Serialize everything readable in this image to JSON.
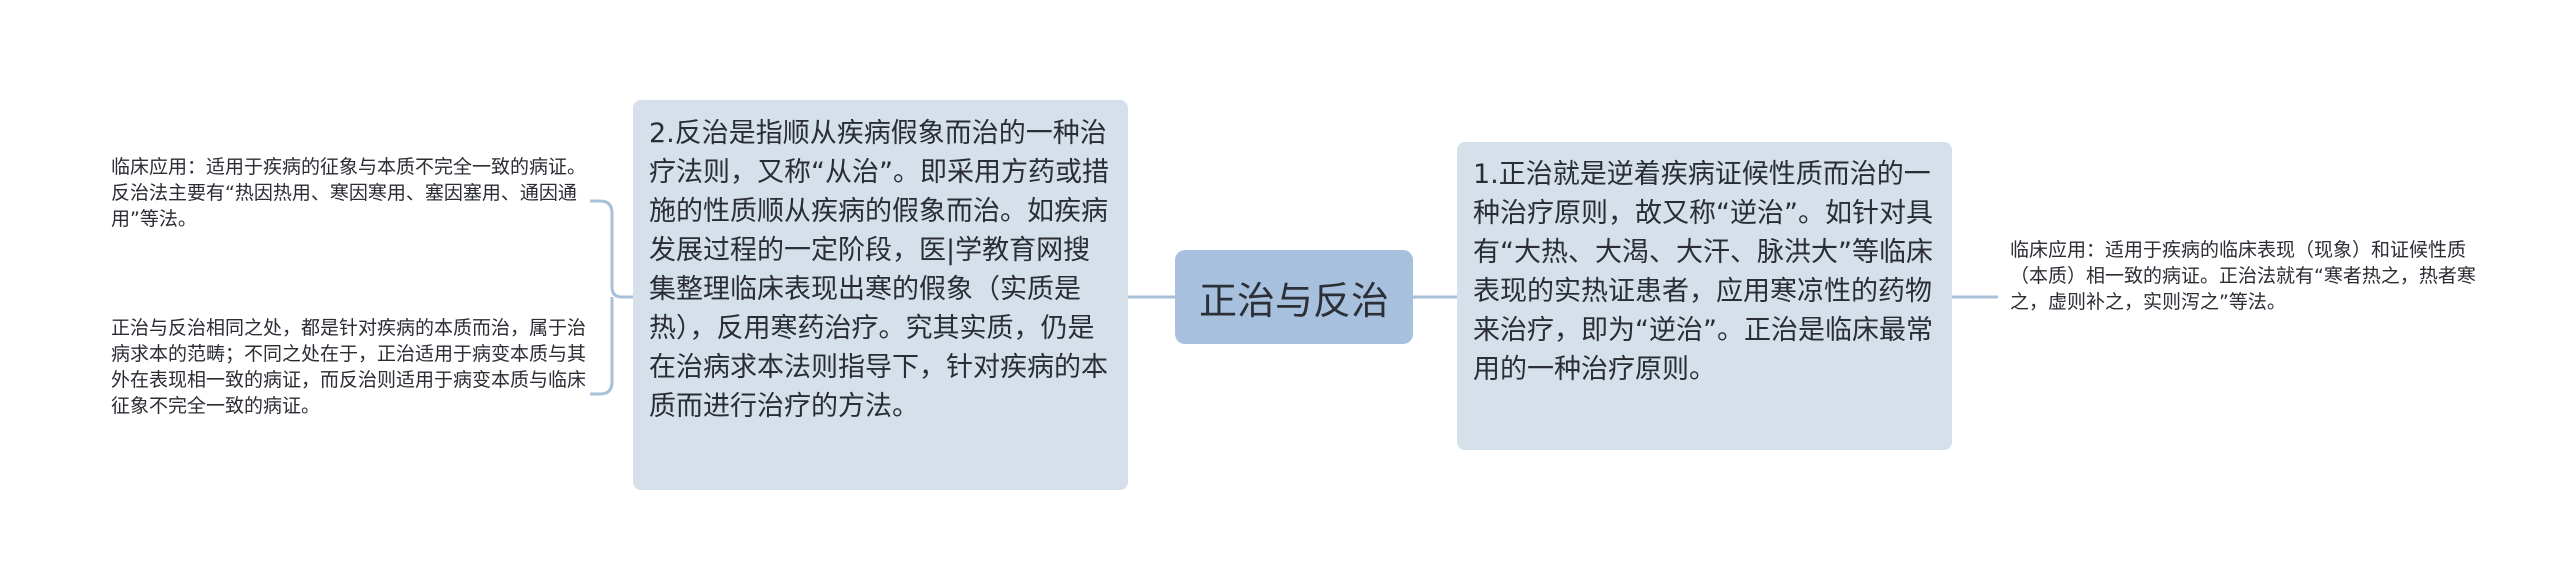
{
  "colors": {
    "center_fill": "#a7c0de",
    "branch_fill": "#d5e0ea",
    "line": "#a8c0d8"
  },
  "mindmap": {
    "center": {
      "label": "正治与反治"
    },
    "left_branch": {
      "text": "2.反治是指顺从疾病假象而治的一种治疗法则，又称“从治”。即采用方药或措施的性质顺从疾病的假象而治。如疾病发展过程的一定阶段，医|学教育网搜集整理临床表现出寒的假象（实质是热），反用寒药治疗。究其实质，仍是在治病求本法则指导下，针对疾病的本质而进行治疗的方法。",
      "leaves": [
        "临床应用：适用于疾病的征象与本质不完全一致的病证。反治法主要有“热因热用、寒因寒用、塞因塞用、通因通用”等法。",
        "正治与反治相同之处，都是针对疾病的本质而治，属于治病求本的范畴；不同之处在于，正治适用于病变本质与其外在表现相一致的病证，而反治则适用于病变本质与临床征象不完全一致的病证。"
      ]
    },
    "right_branch": {
      "text": "1.正治就是逆着疾病证候性质而治的一种治疗原则，故又称“逆治”。如针对具有“大热、大渴、大汗、脉洪大”等临床表现的实热证患者，应用寒凉性的药物来治疗，即为“逆治”。正治是临床最常用的一种治疗原则。",
      "leaves": [
        "临床应用：适用于疾病的临床表现（现象）和证候性质（本质）相一致的病证。正治法就有“寒者热之，热者寒之，虚则补之，实则泻之”等法。"
      ]
    }
  }
}
